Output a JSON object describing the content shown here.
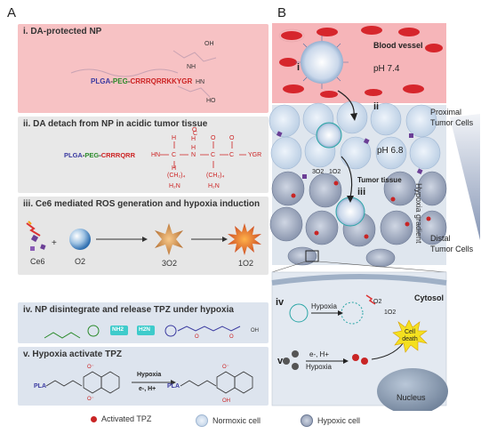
{
  "panel_a": {
    "letter": "A",
    "box1": {
      "title": "i. DA-protected NP",
      "chain_plga": "PLGA",
      "chain_peg": "PEG",
      "chain_pep": "CRRRQRRKKYGR"
    },
    "box2": {
      "title": "ii. DA detach from NP in acidic tumor tissue",
      "chain_plga": "PLGA",
      "chain_peg": "PEG",
      "chain_pep": "CRRRQRR",
      "tail": "YGR",
      "sub1": "(CH2)4",
      "sub2": "(CH2)4",
      "nh2": "H2N"
    },
    "box3": {
      "title": "iii. Ce6 mediated ROS generation and hypoxia induction",
      "ce6": "Ce6",
      "o2": "O2",
      "triplet": "3O2",
      "singlet": "1O2",
      "plus": "+"
    },
    "box4": {
      "title": "iv. NP disintegrate and release TPZ  under hypoxia",
      "nh2_a": "NH2",
      "nh2_b": "H2N"
    },
    "box5": {
      "title": "v. Hypoxia activate TPZ",
      "pla_left": "PLA",
      "pla_right": "PLA",
      "arrow_top": "Hypoxia",
      "arrow_bottom": "e-, H+"
    }
  },
  "panel_b": {
    "letter": "B",
    "blood_vessel": "Blood vessel",
    "ph_blood": "pH 7.4",
    "ph_tissue": "pH 6.8",
    "tumor_tissue": "Tumor tissue",
    "proximal": "Proximal\nTumor Cells",
    "distal": "Distal\nTumor Cells",
    "hypoxia_gradient": "Hypoxia gradient",
    "step_i": "i",
    "step_ii": "ii",
    "step_iii": "iii",
    "step_iv": "iv",
    "step_v": "v",
    "cytosol": "Cytosol",
    "hypoxia_iv": "Hypoxia",
    "hypoxia_v": "Hypoxia",
    "eh_v": "e-, H+",
    "o2_cyto": "O2",
    "singlet_cyto": "1O2",
    "cell_death": "Cell death",
    "nucleus": "Nucleus",
    "o2_tissue": "3O2",
    "singlet_tissue": "1O2"
  },
  "legend": {
    "activated": "Activated TPZ",
    "normoxic": "Normoxic cell",
    "hypoxic": "Hypoxic cell"
  },
  "colors": {
    "box1": "#f7c2c4",
    "box2": "#e8e8e8",
    "box3": "#e6e6e6",
    "box4": "#dde4ee",
    "box5": "#dde4ee",
    "blood": "#f6b5b9",
    "rbc": "#d6262c",
    "plga": "#3a3aa0",
    "peg": "#2a8a2a",
    "peptide": "#cc2222"
  }
}
